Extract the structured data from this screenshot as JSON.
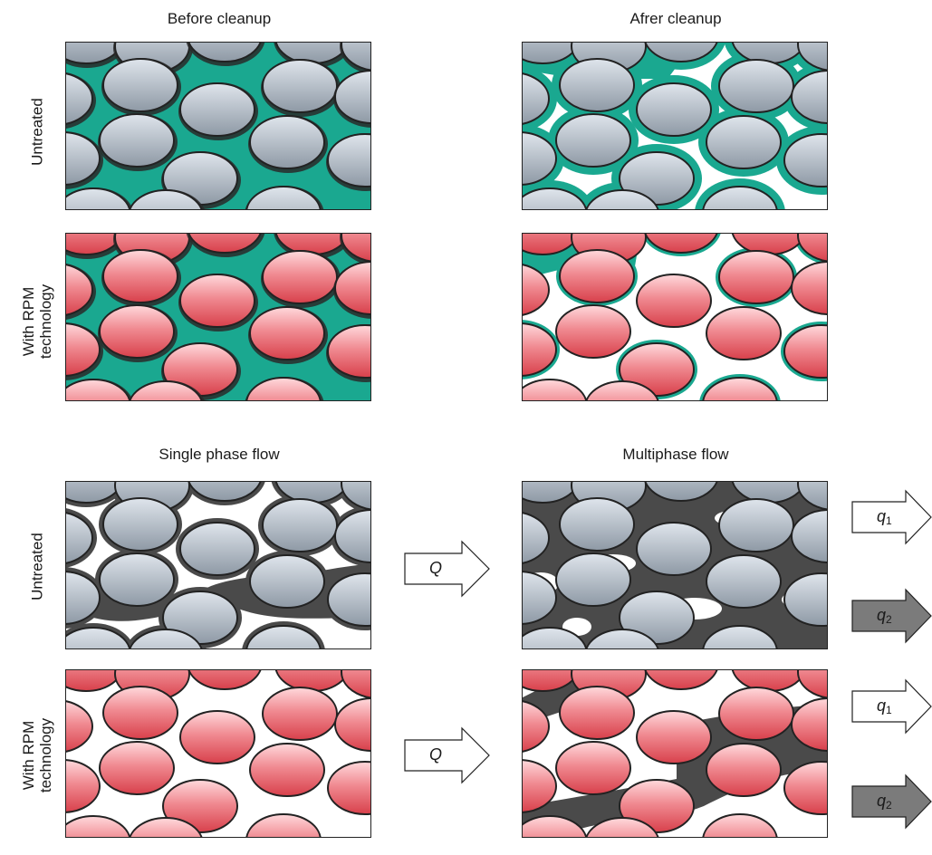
{
  "top": {
    "col_titles": [
      "Before cleanup",
      "Afrer cleanup"
    ],
    "row_labels": [
      [
        "Untreated"
      ],
      [
        "With RPM",
        "technology"
      ]
    ]
  },
  "bottom": {
    "col_titles": [
      "Single phase flow",
      "Multiphase flow"
    ],
    "row_labels": [
      [
        "Untreated"
      ],
      [
        "With RPM",
        "technology"
      ]
    ],
    "input_arrow_label": "Q",
    "output_arrows": [
      {
        "label": "q",
        "sub": "1",
        "fill": "white"
      },
      {
        "label": "q",
        "sub": "2",
        "fill": "gray"
      }
    ]
  },
  "colors": {
    "oil_film": "#1aa890",
    "dark_phase": "#4a4a4a",
    "grain_gray": "#a9b3bd",
    "grain_red": "#e65a64",
    "outline": "#222222"
  }
}
